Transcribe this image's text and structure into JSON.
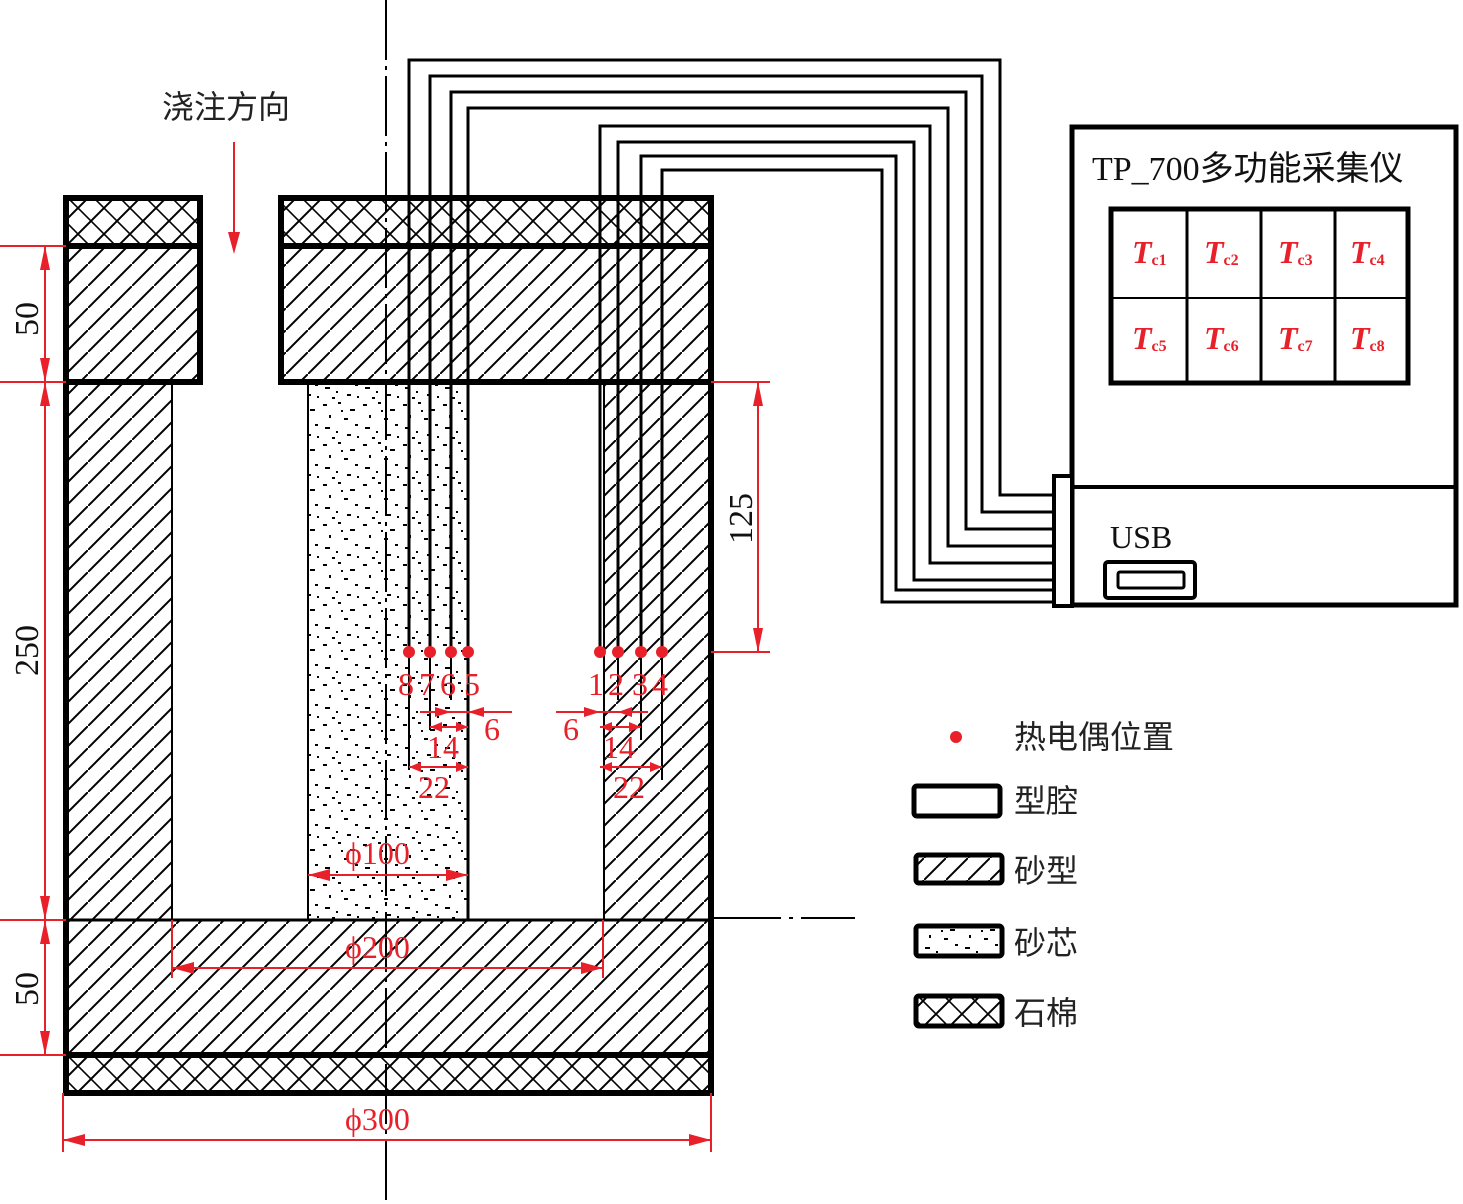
{
  "pouring_direction": "浇注方向",
  "instrument": {
    "title": "TP_700多功能采集仪",
    "channels": [
      {
        "T": "T",
        "sub": "c1"
      },
      {
        "T": "T",
        "sub": "c2"
      },
      {
        "T": "T",
        "sub": "c3"
      },
      {
        "T": "T",
        "sub": "c4"
      },
      {
        "T": "T",
        "sub": "c5"
      },
      {
        "T": "T",
        "sub": "c6"
      },
      {
        "T": "T",
        "sub": "c7"
      },
      {
        "T": "T",
        "sub": "c8"
      }
    ],
    "usb_label": "USB"
  },
  "dimensions": {
    "top_height": "50",
    "cavity_height": "250",
    "bottom_height": "50",
    "thermocouple_depth": "125",
    "core_diameter": "ϕ100",
    "cavity_diameter": "ϕ200",
    "outer_diameter": "ϕ300",
    "left_offset_6": "6",
    "left_spacing_14": "14",
    "left_spacing_22": "22",
    "right_offset_6": "6",
    "right_spacing_14": "14",
    "right_spacing_22": "22"
  },
  "thermocouples": {
    "left_labels": [
      "8",
      "7",
      "6",
      "5"
    ],
    "right_labels": [
      "1",
      "2",
      "3",
      "4"
    ]
  },
  "legend": [
    {
      "label": "热电偶位置",
      "swatch": "dot"
    },
    {
      "label": "型腔",
      "swatch": "blank"
    },
    {
      "label": "砂型",
      "swatch": "hatch"
    },
    {
      "label": "砂芯",
      "swatch": "speckle"
    },
    {
      "label": "石棉",
      "swatch": "crosshatch"
    }
  ],
  "colors": {
    "annotation_red": "#e8202a",
    "line_black": "#000000"
  }
}
